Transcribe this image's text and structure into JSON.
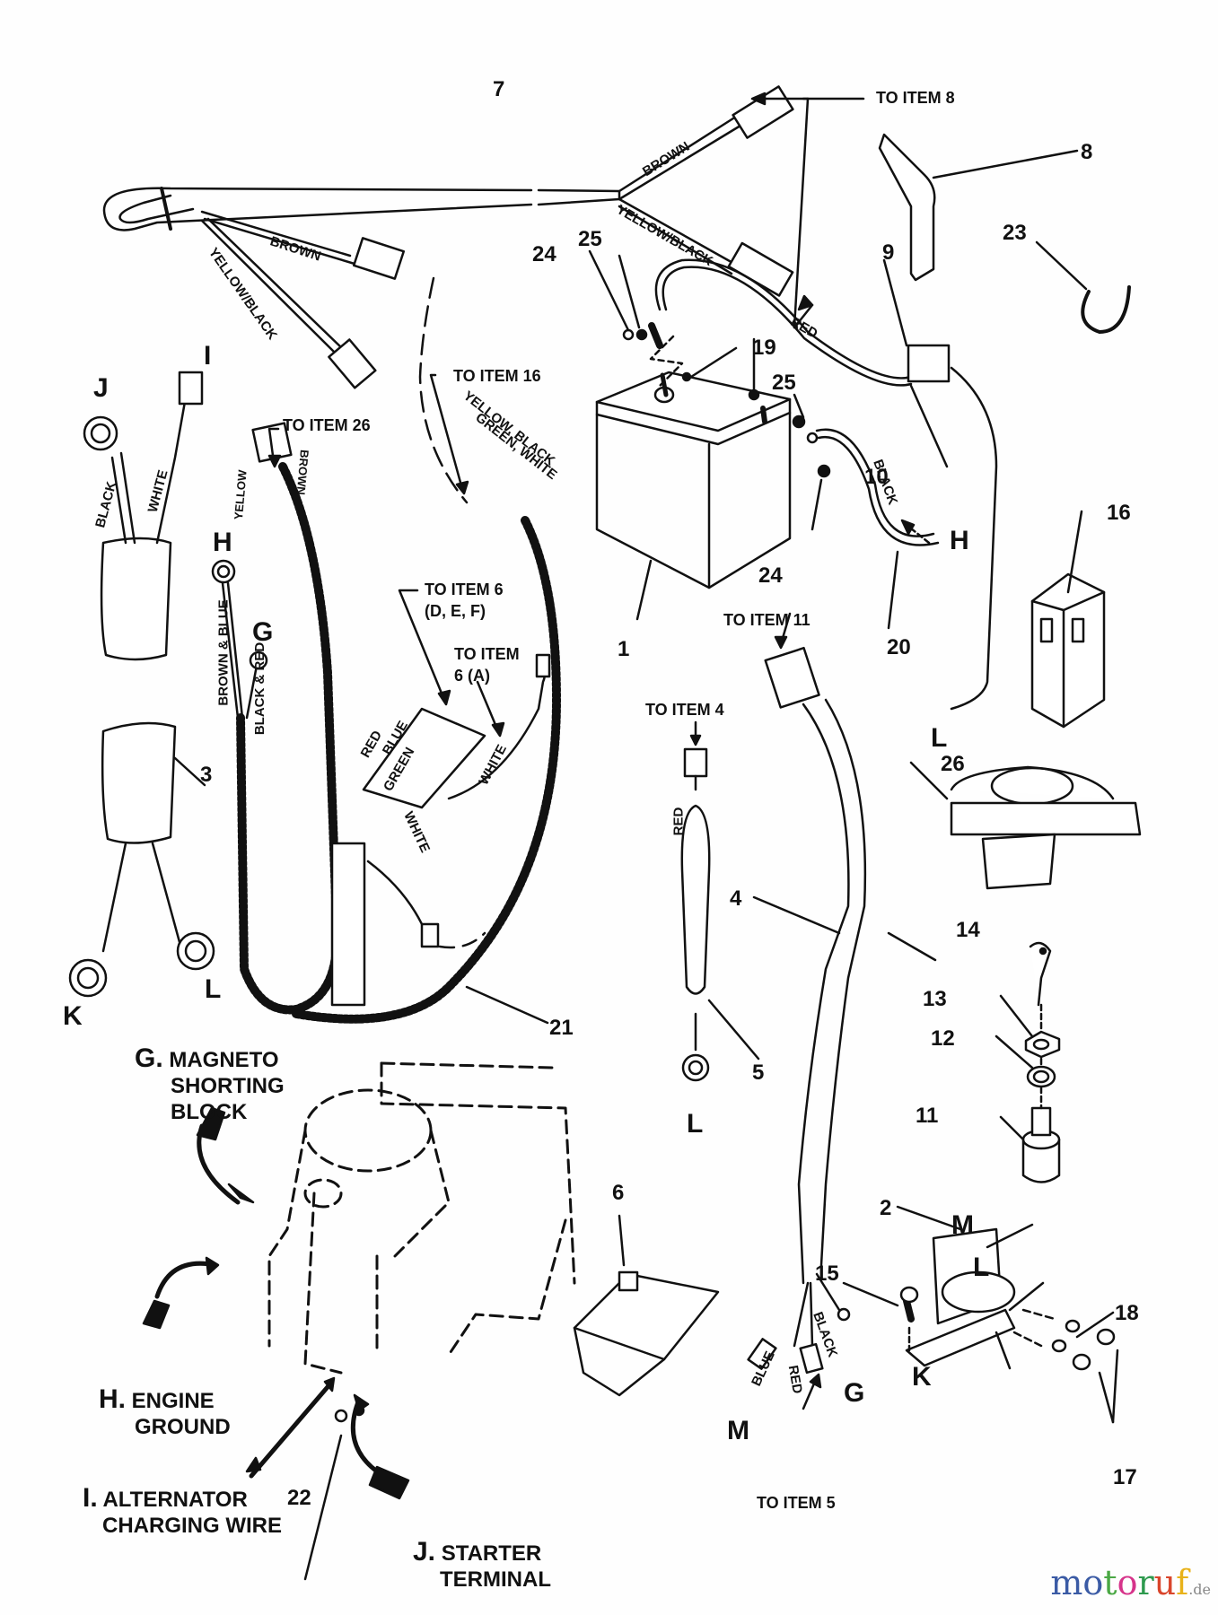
{
  "title": "Wiring harness parts diagram",
  "item_numbers": {
    "n1": "1",
    "n2": "2",
    "n3": "3",
    "n4": "4",
    "n5": "5",
    "n6": "6",
    "n7": "7",
    "n8": "8",
    "n9": "9",
    "n10": "10",
    "n11": "11",
    "n12": "12",
    "n13": "13",
    "n14": "14",
    "n15": "15",
    "n16": "16",
    "n17": "17",
    "n18": "18",
    "n19": "19",
    "n20": "20",
    "n21": "21",
    "n22": "22",
    "n23": "23",
    "n24a": "24",
    "n24b": "24",
    "n25a": "25",
    "n25b": "25",
    "n26": "26"
  },
  "terminal_letters": {
    "i_top": "I",
    "j_top": "J",
    "h_left": "H",
    "g_left": "G",
    "k_left": "K",
    "l_left": "L",
    "h_right": "H",
    "l_right": "L",
    "l_mid": "L",
    "m_bottom": "M",
    "g_bottom": "G",
    "m_switch": "M",
    "l_switch": "L",
    "k_switch": "K"
  },
  "callouts": {
    "to_item_8": "TO ITEM 8",
    "to_item_16": "TO ITEM 16",
    "to_item_26": "TO ITEM 26",
    "to_item_6_def_line1": "TO ITEM 6",
    "to_item_6_def_line2": "(D, E, F)",
    "to_item_6_a_line1": "TO ITEM",
    "to_item_6_a_line2": "6 (A)",
    "to_item_11": "TO ITEM 11",
    "to_item_4": "TO ITEM 4",
    "to_item_5": "TO ITEM 5"
  },
  "wire_labels": {
    "brown_top": "BROWN",
    "yellow_black_top": "YELLOW/BLACK",
    "brown_left": "BROWN",
    "yellow_black_left": "YELLOW/BLACK",
    "red_battery": "RED",
    "black_ground": "BLACK",
    "black_3": "BLACK",
    "white_3": "WHITE",
    "yellow_26": "YELLOW",
    "brown_26": "BROWN",
    "ybgw_line1": "YELLOW, BLACK",
    "ybgw_line2": "GREEN, WHITE",
    "brown_blue": "BROWN & BLUE",
    "black_red": "BLACK & RED",
    "red_6": "RED",
    "blue_6": "BLUE",
    "green_6": "GREEN",
    "white_6": "WHITE",
    "white_lead": "WHITE",
    "red_5": "RED",
    "blue_4": "BLUE",
    "red_4": "RED",
    "black_4": "BLACK"
  },
  "engine_labels": {
    "g": {
      "letter": "G.",
      "line1": "MAGNETO",
      "line2": "SHORTING",
      "line3": "BLOCK"
    },
    "h": {
      "letter": "H.",
      "line1": "ENGINE",
      "line2": "GROUND"
    },
    "i": {
      "letter": "I.",
      "line1": "ALTERNATOR",
      "line2": "CHARGING WIRE"
    },
    "j": {
      "letter": "J.",
      "line1": "STARTER",
      "line2": "TERMINAL"
    }
  },
  "watermark": {
    "letters": [
      "m",
      "o",
      "t",
      "o",
      "r",
      "u",
      "f"
    ],
    "colors": [
      "#3b5ba5",
      "#3b5ba5",
      "#4aa844",
      "#d6338a",
      "#2e9a4e",
      "#d9452b",
      "#e8b21a"
    ],
    "tld": ".de"
  }
}
